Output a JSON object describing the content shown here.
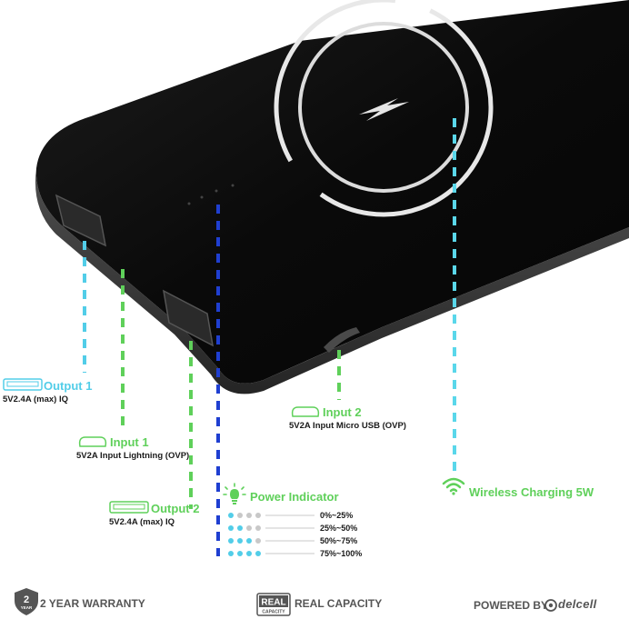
{
  "colors": {
    "device": "#0b0b0b",
    "output": "#52cde8",
    "input": "#5fd05a",
    "power": "#1f3fd1",
    "wireless": "#5ad7ea",
    "footer": "#555555"
  },
  "callouts": {
    "output1": {
      "title": "Output 1",
      "spec": "5V2.4A (max) IQ"
    },
    "input1": {
      "title": "Input 1",
      "spec": "5V2A Input Lightning (OVP)"
    },
    "output2": {
      "title": "Output 2",
      "spec": "5V2.4A (max) IQ"
    },
    "input2": {
      "title": "Input 2",
      "spec": "5V2A Input Micro USB (OVP)"
    },
    "wireless": {
      "title": "Wireless Charging 5W"
    },
    "power": {
      "title": "Power Indicator",
      "levels": [
        "0%~25%",
        "25%~50%",
        "50%~75%",
        "75%~100%"
      ]
    }
  },
  "footer": {
    "warranty_badge": "2",
    "warranty_badge_sub": "YEAR",
    "warranty": "2 YEAR WARRANTY",
    "real_badge": "REAL",
    "real_badge_sub": "CAPACITY",
    "capacity": "REAL CAPACITY",
    "powered_by": "POWERED BY",
    "brand": "delcell"
  }
}
